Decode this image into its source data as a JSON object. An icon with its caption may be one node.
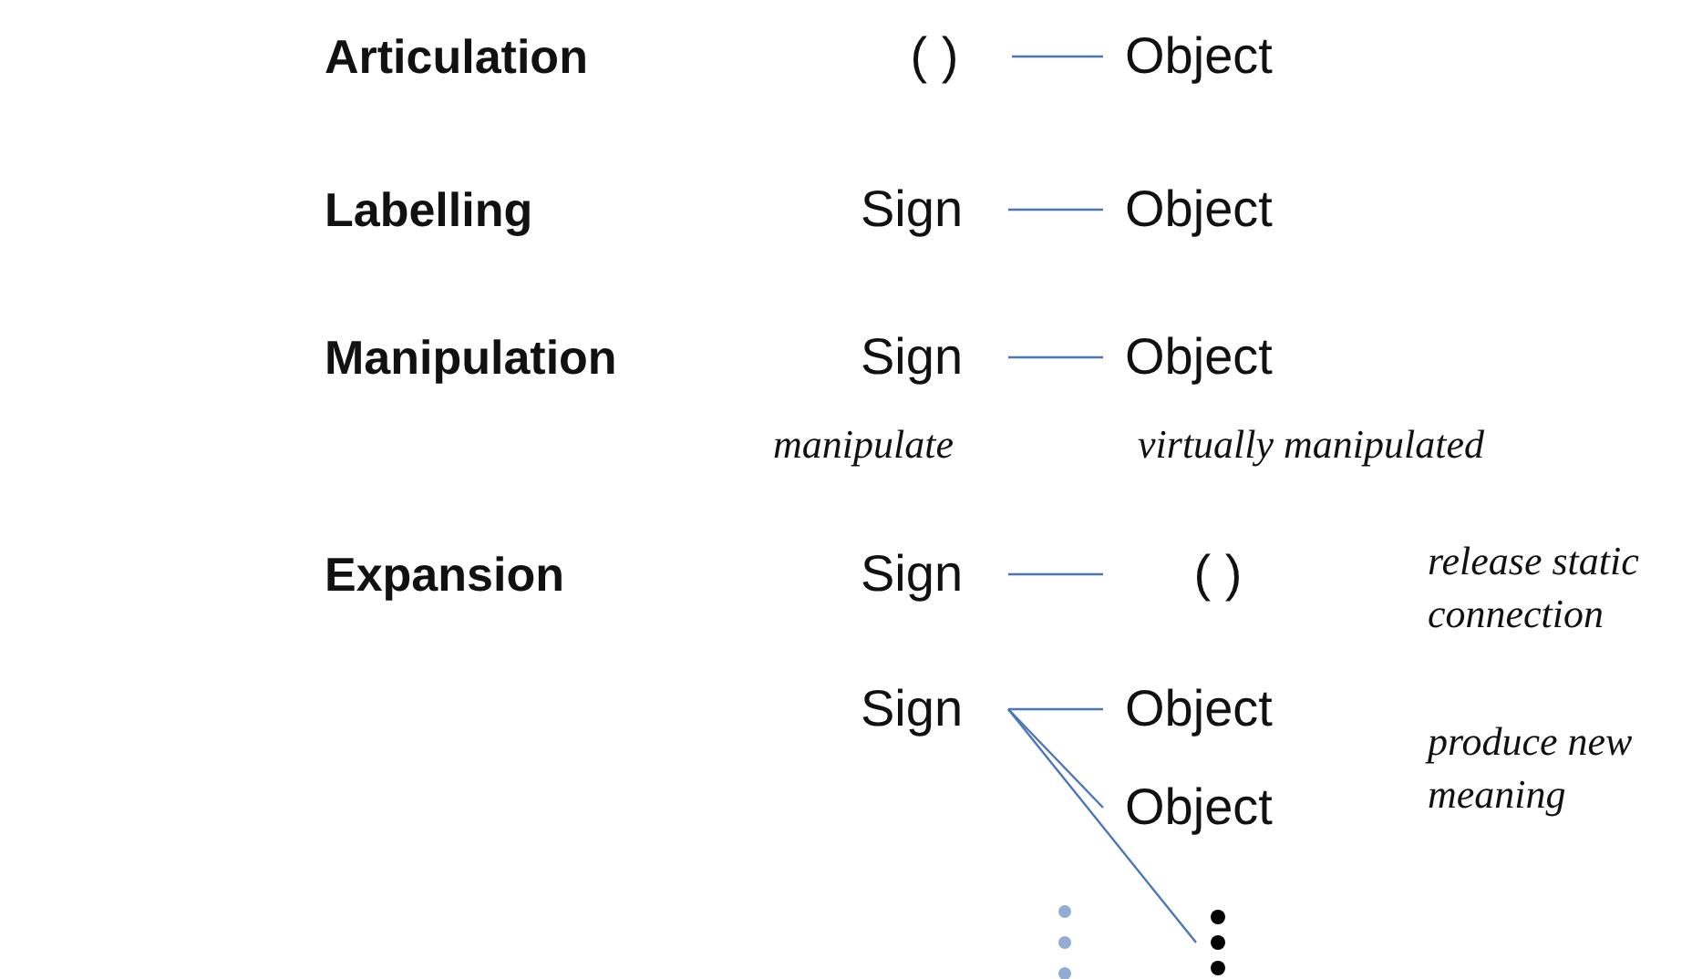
{
  "diagram": {
    "nodes": [
      {
        "text": [
          "( )"
        ]
      },
      {
        "text": [
          "Object"
        ]
      },
      {
        "text": [
          "Sign"
        ]
      },
      {
        "text": [
          "Object"
        ]
      },
      {
        "text": [
          "Sign"
        ],
        "beside": [
          "manipulate"
        ]
      },
      {
        "text": [
          "Object"
        ],
        "beside": [
          "virtually manipulated"
        ]
      },
      {
        "text": [
          "Sign"
        ]
      },
      {
        "text": [
          "( )"
        ]
      },
      {
        "text": [
          "Sign"
        ]
      },
      {
        "text": [
          "Object"
        ]
      },
      {
        "text": [
          "Object"
        ]
      },
      {
        "text": [],
        "shape": "dots"
      }
    ],
    "edges": [
      {
        "from": 0,
        "to": 1,
        "arrow": "none"
      },
      {
        "from": 2,
        "to": 3,
        "arrow": "none"
      },
      {
        "from": 4,
        "to": 5,
        "arrow": "none"
      },
      {
        "from": 6,
        "to": 7,
        "arrow": "none"
      },
      {
        "from": 8,
        "to": 9,
        "arrow": "none"
      },
      {
        "from": 8,
        "to": 10,
        "arrow": "none"
      },
      {
        "from": 8,
        "to": 11,
        "arrow": "none"
      }
    ],
    "labels": [
      "Articulation",
      "Labelling",
      "Manipulation",
      "Expansion",
      "release static connection",
      "produce new meaning"
    ]
  }
}
